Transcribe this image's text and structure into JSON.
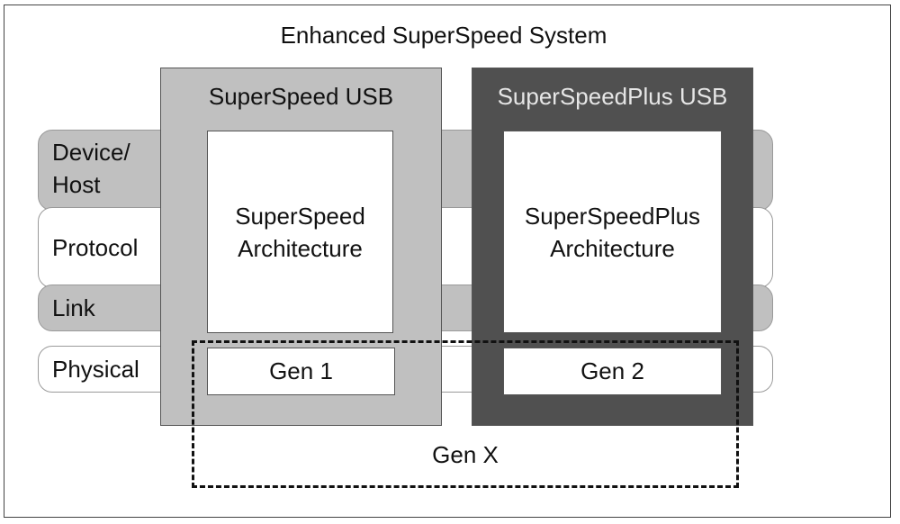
{
  "title": "Enhanced SuperSpeed System",
  "layers": {
    "device_host": [
      "Device/",
      "Host"
    ],
    "protocol": "Protocol",
    "link": "Link",
    "physical": "Physical"
  },
  "columns": {
    "superspeed": {
      "title": "SuperSpeed USB",
      "architecture": [
        "SuperSpeed",
        "Architecture"
      ],
      "gen": "Gen 1"
    },
    "superspeedplus": {
      "title": "SuperSpeedPlus USB",
      "architecture": [
        "SuperSpeedPlus",
        "Architecture"
      ],
      "gen": "Gen 2"
    }
  },
  "genx": "Gen X",
  "colors": {
    "light_gray": "#c0c0c0",
    "dark_gray": "#505050",
    "white": "#ffffff"
  }
}
